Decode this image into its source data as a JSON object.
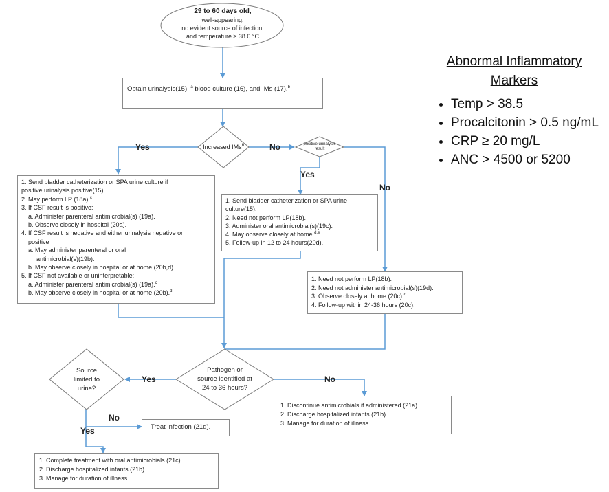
{
  "start_node": {
    "line1": "29 to 60 days old,",
    "line2": "well-appearing,",
    "line3": "no evident source of infection,",
    "line4": "and temperature ≥ 38.0 °C"
  },
  "obtain_box": {
    "text": "Obtain urinalysis(15), ",
    "sup_a": "a",
    "text2": " blood culture (16), and IMs (17).",
    "sup_b": "b"
  },
  "decision_ims": {
    "label": "Increased IMs",
    "sup": "b"
  },
  "decision_urinalysis": {
    "line1": "positive urinalysis",
    "line2": "result"
  },
  "labels": {
    "yes": "Yes",
    "no": "No"
  },
  "left_box": {
    "lines": [
      "1. Send bladder catheterization or SPA urine culture if",
      "positive urinalysis positive(15).",
      "2. May perform LP (18a).",
      "3. If CSF result is positive:",
      "a. Administer parenteral antimicrobial(s) (19a).",
      "b. Observe closely in hospital (20a).",
      "4. If CSF result is negative and either urinalysis negative or",
      "positive",
      "a. May administer parenteral or oral",
      "antimicrobial(s)(19b).",
      "b. May observe closely in hospital or at home (20b,d).",
      "5. If CSF not available or uninterpretable:",
      "a. Administer parenteral antimicrobial(s) (19a).",
      "b. May observe closely in hospital or at home (20b)."
    ],
    "sup_c": "c",
    "sup_d": "d"
  },
  "middle_box": {
    "lines": [
      "1. Send bladder catheterization or SPA urine",
      "culture(15).",
      "2. Need not perform LP(18b).",
      "3. Administer oral antimicrobial(s)(19c).",
      "4. May observe closely at home.",
      "5. Follow-up in 12 to 24 hours(20d)."
    ],
    "sup_de": "d,e"
  },
  "right_box": {
    "lines": [
      "1. Need not perform LP(18b).",
      "2. Need not administer antimicrobial(s)(19d).",
      "3. Observe closely at home (20c).",
      "4. Follow-up within 24-36 hours (20c)."
    ],
    "sup_d": "d"
  },
  "decision_pathogen": {
    "line1": "Pathogen  or",
    "line2": "source identified at",
    "line3": "24 to 36 hours?"
  },
  "decision_source": {
    "line1": "Source",
    "line2": "limited to",
    "line3": "urine?"
  },
  "treat_box": {
    "text": "Treat infection (21d)."
  },
  "discontinue_box": {
    "lines": [
      "1. Discontinue antimicrobials if administered (21a).",
      "2. Discharge hospitalized infants (21b).",
      "3. Manage for duration of illness."
    ]
  },
  "complete_box": {
    "lines": [
      "1. Complete treatment with oral antimicrobials  (21c)",
      "2. Discharge hospitalized infants (21b).",
      "3. Manage for duration of illness."
    ]
  },
  "markers": {
    "title1": "Abnormal Inflammatory",
    "title2": "Markers",
    "items": [
      "Temp > 38.5",
      "Procalcitonin > 0.5 ng/mL",
      "CRP ≥ 20 mg/L",
      "ANC > 4500 or 5200"
    ]
  },
  "colors": {
    "connector": "#5b9bd5",
    "box_border": "#8a8a8a",
    "text": "#222222"
  }
}
